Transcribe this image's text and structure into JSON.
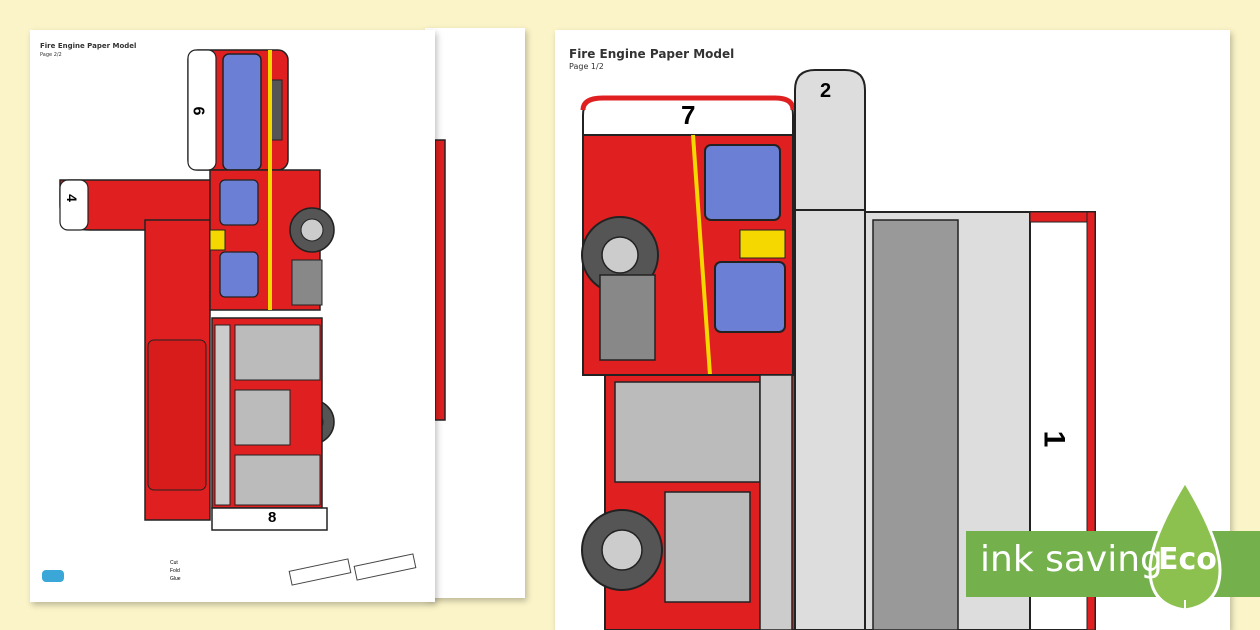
{
  "page1": {
    "title": "Fire Engine Paper Model",
    "subtitle": "Page 2/2",
    "footer_items": [
      "Cut",
      "Fold",
      "Glue"
    ],
    "panel_numbers": [
      "6",
      "4",
      "8"
    ]
  },
  "page2": {
    "title": "Fire Engine Paper Model",
    "subtitle": "Page 1/2",
    "panel_numbers": [
      "7",
      "2",
      "1"
    ]
  },
  "badge": {
    "text": "ink saving",
    "eco": "Eco",
    "color": "#74b04c"
  }
}
